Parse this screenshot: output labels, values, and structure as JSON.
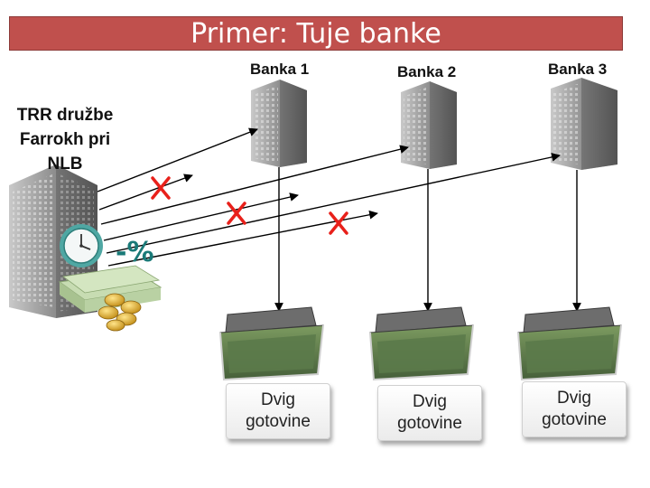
{
  "title": "Primer: Tuje banke",
  "source": {
    "label_lines": [
      "TRR družbe",
      "Farrokh pri",
      "NLB"
    ],
    "percent_label": "-%"
  },
  "banks": [
    {
      "label": "Banka 1",
      "withdrawal_lines": [
        "Dvig",
        "gotovine"
      ]
    },
    {
      "label": "Banka 2",
      "withdrawal_lines": [
        "Dvig",
        "gotovine"
      ]
    },
    {
      "label": "Banka 3",
      "withdrawal_lines": [
        "Dvig",
        "gotovine"
      ]
    }
  ],
  "colors": {
    "title_bg": "#c0504d",
    "arrow": "#000000",
    "cross": "#e8201a",
    "building": "#9a9a9a",
    "clock": "#4fa7a3",
    "percent": "#1a7a78"
  },
  "icons": [
    "building-icon",
    "clock-icon",
    "money-stack-icon",
    "coins-icon",
    "cash-suitcase-icon",
    "cross-icon"
  ]
}
